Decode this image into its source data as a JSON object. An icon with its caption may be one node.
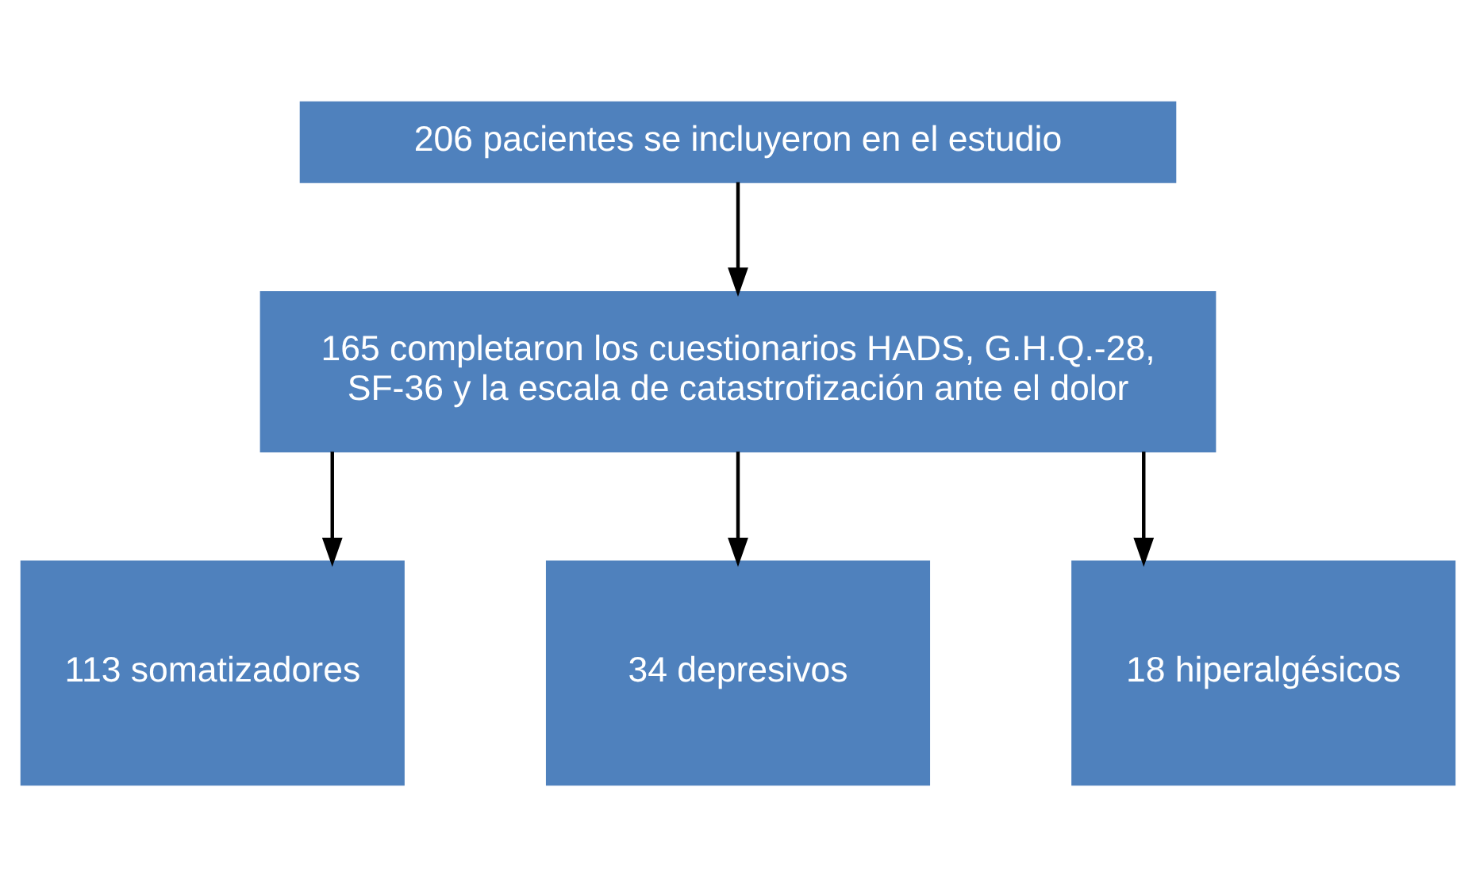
{
  "diagram": {
    "nodes": [
      {
        "text": [
          "206 pacientes se incluyeron en el estudio"
        ]
      },
      {
        "text": [
          "165 completaron los cuestionarios HADS, G.H.Q.-28, SF-36 y la escala de catastrofización ante el dolor"
        ]
      },
      {
        "text": [
          "113 somatizadores"
        ]
      },
      {
        "text": [
          "34 depresivos"
        ]
      },
      {
        "text": [
          "18 hiperalgésicos"
        ]
      }
    ],
    "edges": [
      {
        "from": 0,
        "to": 1,
        "arrow": "to"
      },
      {
        "from": 1,
        "to": 2,
        "arrow": "to"
      },
      {
        "from": 1,
        "to": 3,
        "arrow": "to"
      },
      {
        "from": 1,
        "to": 4,
        "arrow": "to"
      }
    ]
  }
}
